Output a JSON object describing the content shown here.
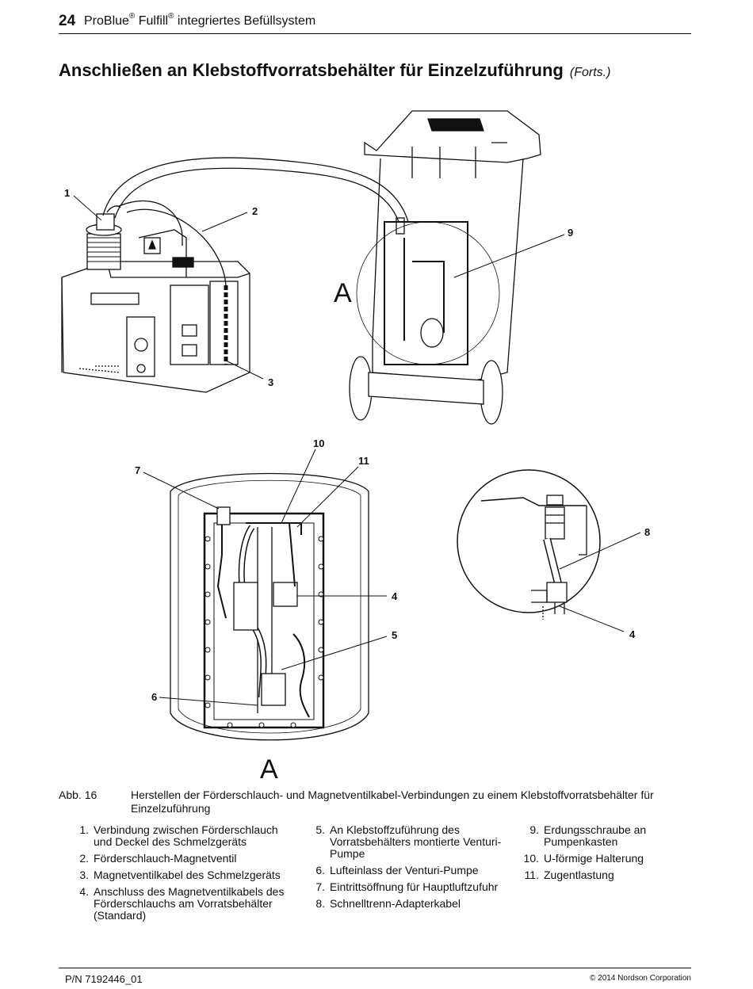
{
  "header": {
    "page_number": "24",
    "brand1": "ProBlue",
    "brand2": "Fulfill",
    "reg": "®",
    "rest": "integriertes Befüllsystem"
  },
  "section_title": "Anschließen an Klebstoffvorratsbehälter für Einzelzuführung",
  "section_suffix": "(Forts.)",
  "figure": {
    "callouts": [
      "1",
      "2",
      "3",
      "9",
      "10",
      "11",
      "7",
      "4",
      "5",
      "6",
      "8",
      "4"
    ],
    "detail_letter": "A",
    "detail_letter_bottom": "A"
  },
  "caption": {
    "label": "Abb. 16",
    "text": "Herstellen der Förderschlauch- und Magnetventilkabel-Verbindungen zu einem Klebstoffvorratsbehälter für Einzelzuführung"
  },
  "legend": {
    "col1": [
      {
        "n": "1.",
        "t": "Verbindung zwischen Förderschlauch und Deckel des Schmelzgeräts"
      },
      {
        "n": "2.",
        "t": "Förderschlauch-Magnetventil"
      },
      {
        "n": "3.",
        "t": "Magnetventilkabel des Schmelzgeräts"
      },
      {
        "n": "4.",
        "t": "Anschluss des Magnetventilkabels des Förderschlauchs am Vorratsbehälter (Standard)"
      }
    ],
    "col2": [
      {
        "n": "5.",
        "t": "An Klebstoffzuführung des Vorratsbehälters montierte Venturi-Pumpe"
      },
      {
        "n": "6.",
        "t": "Lufteinlass der Venturi-Pumpe"
      },
      {
        "n": "7.",
        "t": "Eintrittsöffnung für Hauptluftzufuhr"
      },
      {
        "n": "8.",
        "t": "Schnelltrenn-Adapterkabel"
      }
    ],
    "col3": [
      {
        "n": "9.",
        "t": "Erdungsschraube an Pumpenkasten"
      },
      {
        "n": "10.",
        "t": "U-förmige Halterung"
      },
      {
        "n": "11.",
        "t": "Zugentlastung"
      }
    ]
  },
  "footer": {
    "part_number": "P/N 7192446_01",
    "copyright": "© 2014 Nordson Corporation"
  }
}
